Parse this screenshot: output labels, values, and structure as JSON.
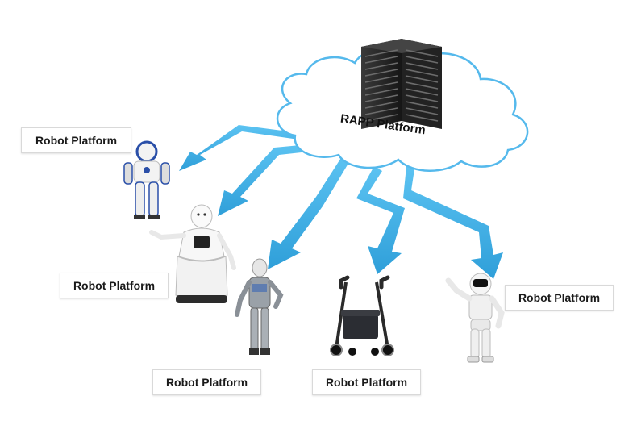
{
  "diagram": {
    "cloud_label": "RAPP Platform",
    "robot_labels": [
      "Robot Platform",
      "Robot Platform",
      "Robot Platform",
      "Robot Platform",
      "Robot Platform"
    ],
    "colors": {
      "arrow": "#3fb0ea",
      "arrow_dark": "#2a95cf",
      "cloud_fill": "#ffffff",
      "cloud_stroke": "#55b9ec",
      "server": "#2b2b2b"
    },
    "robots": [
      "nao-robot-icon",
      "service-robot-icon",
      "humanoid-robot-icon",
      "rollator-walker-icon",
      "asimo-robot-icon"
    ]
  }
}
